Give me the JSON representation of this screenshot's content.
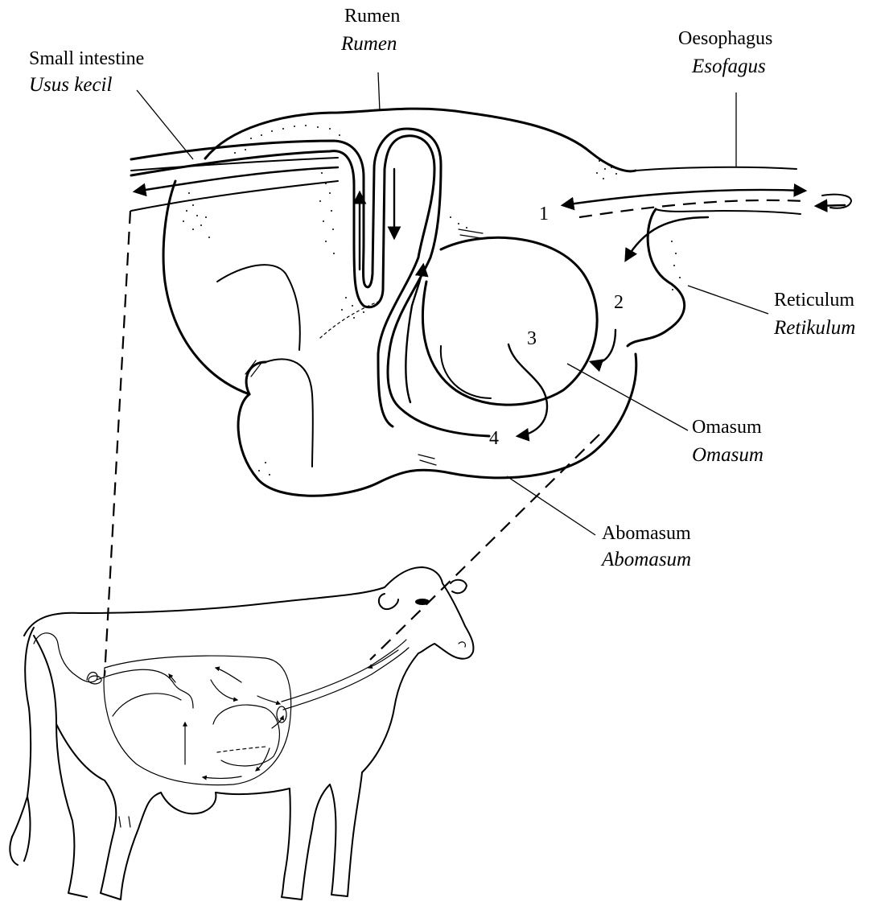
{
  "labels": {
    "small_intestine": {
      "en": "Small intestine",
      "ms": "Usus kecil"
    },
    "rumen": {
      "en": "Rumen",
      "ms": "Rumen"
    },
    "oesophagus": {
      "en": "Oesophagus",
      "ms": "Esofagus"
    },
    "reticulum": {
      "en": "Reticulum",
      "ms": "Retikulum"
    },
    "omasum": {
      "en": "Omasum",
      "ms": "Omasum"
    },
    "abomasum": {
      "en": "Abomasum",
      "ms": "Abomasum"
    }
  },
  "steps": [
    "1",
    "2",
    "3",
    "4"
  ]
}
